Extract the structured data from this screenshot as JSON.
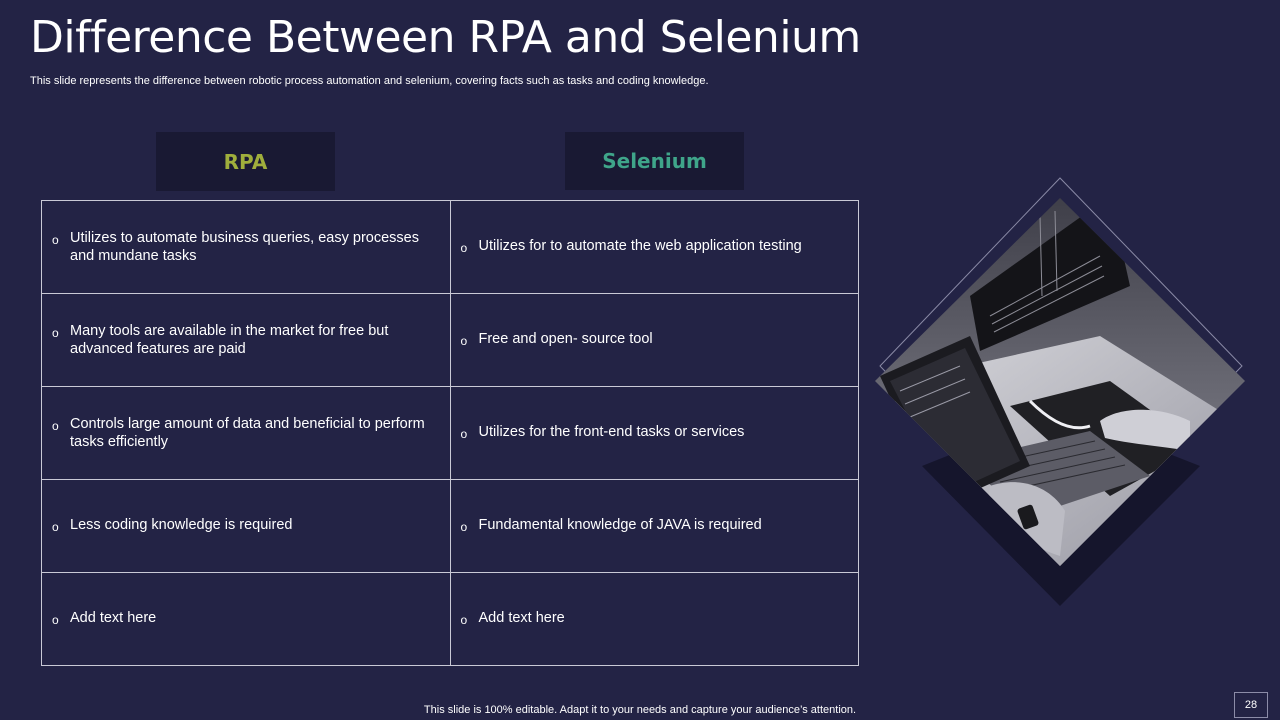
{
  "slide": {
    "title": "Difference Between RPA and Selenium",
    "subtitle": "This slide represents the difference between robotic process automation and selenium, covering facts such as tasks and coding knowledge.",
    "footer": "This slide is 100% editable. Adapt it to your needs and capture your audience’s attention.",
    "page_number": "28"
  },
  "columns": {
    "rpa": {
      "label": "RPA",
      "color": "#9fae3c"
    },
    "selenium": {
      "label": "Selenium",
      "color": "#3fa58a"
    }
  },
  "bullet_glyph": "o",
  "rows": [
    {
      "rpa": "Utilizes to automate business queries, easy processes and mundane tasks",
      "selenium": "Utilizes for to automate the web application testing"
    },
    {
      "rpa": "Many tools are available in the market for free but advanced features are paid",
      "selenium": "Free and open- source tool"
    },
    {
      "rpa": "Controls large amount of data and beneficial to perform tasks efficiently",
      "selenium": "Utilizes for the front-end tasks or services"
    },
    {
      "rpa": "Less coding knowledge is required",
      "selenium": "Fundamental knowledge of JAVA is required"
    },
    {
      "rpa": "Add text here",
      "selenium": "Add text here"
    }
  ],
  "colors": {
    "background": "#232345",
    "header_box": "#191933",
    "table_border": "#c9c9d6",
    "diamond_shadow": "#15152c"
  },
  "image": {
    "icon": "laptop-photo-icon"
  }
}
